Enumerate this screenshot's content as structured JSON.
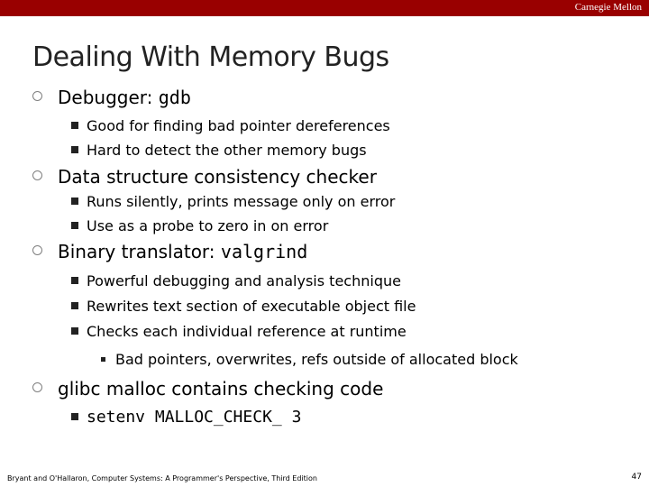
{
  "header": {
    "brand": "Carnegie Mellon"
  },
  "slide": {
    "title": "Dealing With Memory Bugs",
    "items": [
      {
        "label": "Debugger: ",
        "code": "gdb",
        "subs": [
          "Good for finding  bad pointer dereferences",
          "Hard to detect the other memory bugs"
        ]
      },
      {
        "label": "Data structure consistency checker",
        "subs": [
          "Runs silently, prints message only on error",
          "Use as a probe to zero in on error"
        ]
      },
      {
        "label": "Binary translator: ",
        "code": "valgrind",
        "subs": [
          "Powerful debugging and analysis technique",
          "Rewrites text section of executable object file",
          "Checks each individual reference at runtime"
        ],
        "subsub": [
          "Bad pointers, overwrites, refs outside of allocated block"
        ]
      },
      {
        "label": "glibc malloc contains checking code",
        "code_subs": [
          "setenv MALLOC_CHECK_ 3"
        ]
      }
    ]
  },
  "footer": {
    "citation": "Bryant and O'Hallaron, Computer Systems: A Programmer's Perspective, Third Edition",
    "page": "47"
  }
}
